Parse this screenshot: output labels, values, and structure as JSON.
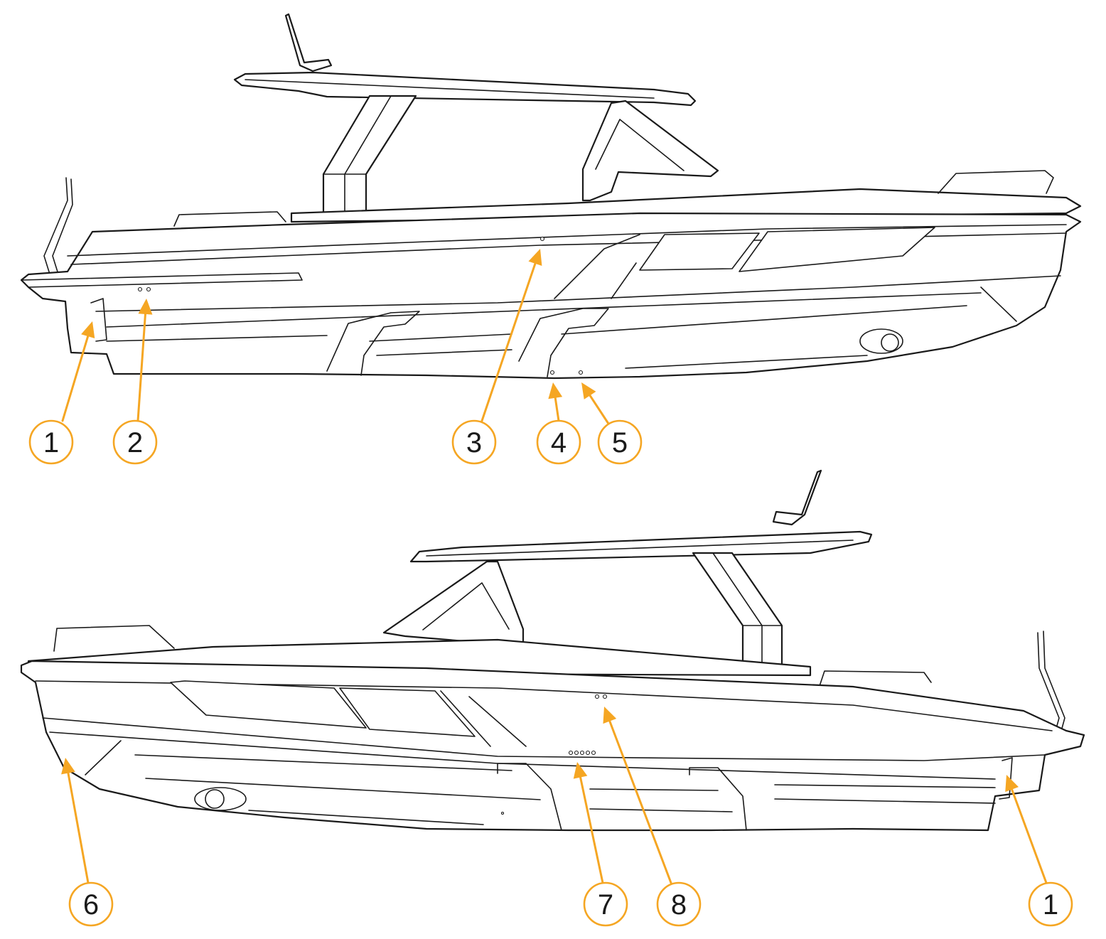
{
  "colors": {
    "accent": "#f5a623",
    "line": "#1a1a1a",
    "background": "#ffffff"
  },
  "callouts": [
    {
      "label": "1"
    },
    {
      "label": "2"
    },
    {
      "label": "3"
    },
    {
      "label": "4"
    },
    {
      "label": "5"
    },
    {
      "label": "6"
    },
    {
      "label": "7"
    },
    {
      "label": "8"
    },
    {
      "label": "1"
    }
  ]
}
